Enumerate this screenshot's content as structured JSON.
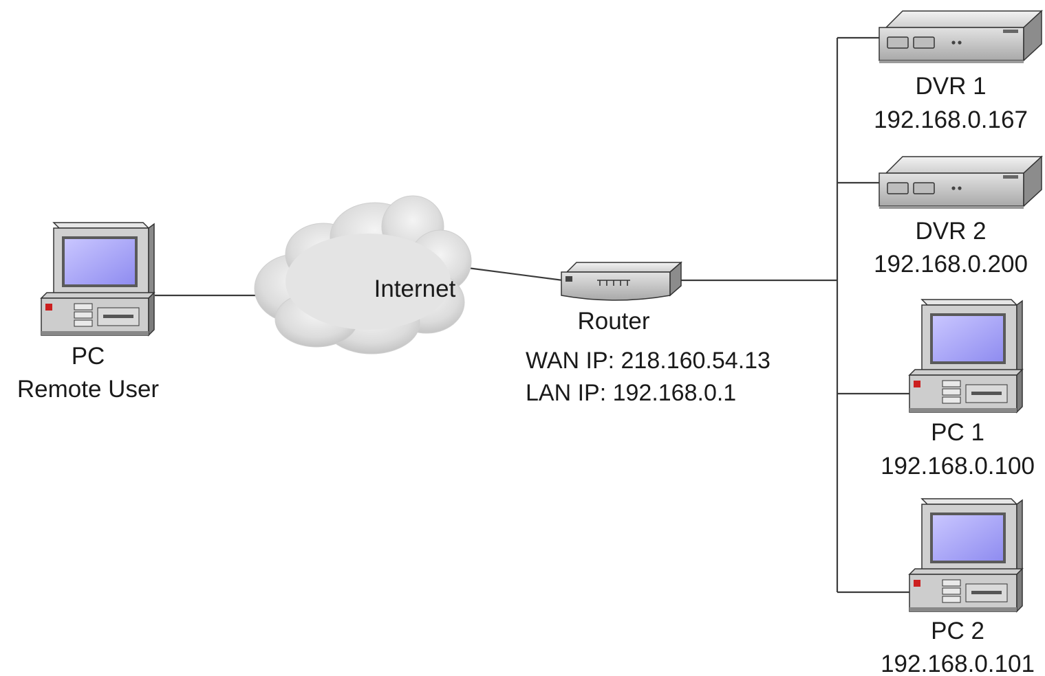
{
  "remote_pc": {
    "title": "PC",
    "subtitle": "Remote User"
  },
  "internet": {
    "label": "Internet"
  },
  "router": {
    "title": "Router",
    "wan_ip": "WAN IP: 218.160.54.13",
    "lan_ip": "LAN IP: 192.168.0.1"
  },
  "dvr1": {
    "title": "DVR 1",
    "ip": "192.168.0.167"
  },
  "dvr2": {
    "title": "DVR 2",
    "ip": "192.168.0.200"
  },
  "pc1": {
    "title": "PC 1",
    "ip": "192.168.0.100"
  },
  "pc2": {
    "title": "PC 2",
    "ip": "192.168.0.101"
  }
}
